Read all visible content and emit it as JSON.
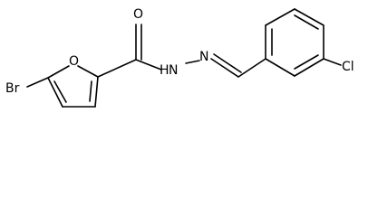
{
  "structure": {
    "atoms": {
      "br": "Br",
      "o_ring": "O",
      "o_carbonyl": "O",
      "n_amide": "N",
      "h_amide": "H",
      "n_imine": "N",
      "cl": "Cl"
    }
  }
}
